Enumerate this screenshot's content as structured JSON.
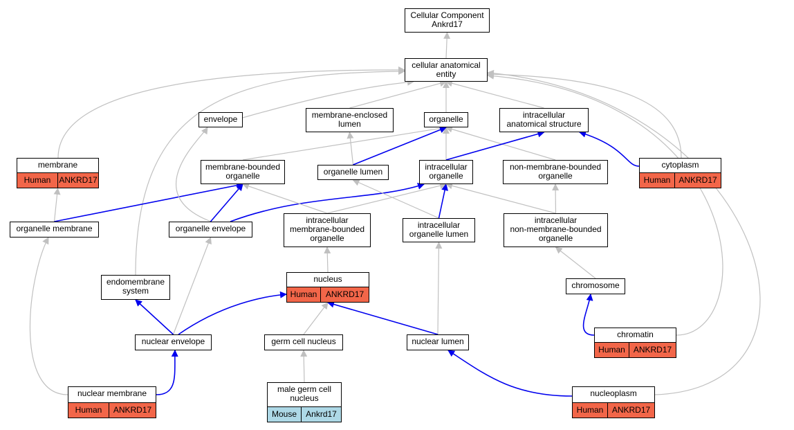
{
  "colors": {
    "is_a_edge": "#c0c0c0",
    "part_of_edge": "#0000ee",
    "human_annotation": "#f26649",
    "mouse_annotation": "#add8e6"
  },
  "nodes": [
    {
      "id": "root",
      "label": "Cellular Component\nAnkrd17"
    },
    {
      "id": "cae",
      "label": "cellular anatomical\nentity"
    },
    {
      "id": "envelope",
      "label": "envelope"
    },
    {
      "id": "mel",
      "label": "membrane-enclosed\nlumen"
    },
    {
      "id": "organelle",
      "label": "organelle"
    },
    {
      "id": "ias",
      "label": "intracellular\nanatomical structure"
    },
    {
      "id": "membrane",
      "label": "membrane",
      "annotation": {
        "species": "Human",
        "gene": "ANKRD17"
      }
    },
    {
      "id": "mbo",
      "label": "membrane-bounded\norganelle"
    },
    {
      "id": "orglumen",
      "label": "organelle lumen"
    },
    {
      "id": "io",
      "label": "intracellular\norganelle"
    },
    {
      "id": "nmbo",
      "label": "non-membrane-bounded\norganelle"
    },
    {
      "id": "cytoplasm",
      "label": "cytoplasm",
      "annotation": {
        "species": "Human",
        "gene": "ANKRD17"
      }
    },
    {
      "id": "orgmem",
      "label": "organelle membrane"
    },
    {
      "id": "orgenv",
      "label": "organelle envelope"
    },
    {
      "id": "imbo",
      "label": "intracellular\nmembrane-bounded\norganelle"
    },
    {
      "id": "iol",
      "label": "intracellular\norganelle lumen"
    },
    {
      "id": "inmbo",
      "label": "intracellular\nnon-membrane-bounded\norganelle"
    },
    {
      "id": "endo",
      "label": "endomembrane\nsystem"
    },
    {
      "id": "nucleus",
      "label": "nucleus",
      "annotation": {
        "species": "Human",
        "gene": "ANKRD17"
      }
    },
    {
      "id": "chromosome",
      "label": "chromosome"
    },
    {
      "id": "chromatin",
      "label": "chromatin",
      "annotation": {
        "species": "Human",
        "gene": "ANKRD17"
      }
    },
    {
      "id": "nucenv",
      "label": "nuclear envelope"
    },
    {
      "id": "gcn",
      "label": "germ cell nucleus"
    },
    {
      "id": "nuclumen",
      "label": "nuclear lumen"
    },
    {
      "id": "nucmem",
      "label": "nuclear membrane",
      "annotation": {
        "species": "Human",
        "gene": "ANKRD17"
      }
    },
    {
      "id": "mgcn",
      "label": "male germ cell\nnucleus",
      "annotation": {
        "species": "Mouse",
        "gene": "Ankrd17"
      }
    },
    {
      "id": "nucleoplasm",
      "label": "nucleoplasm",
      "annotation": {
        "species": "Human",
        "gene": "ANKRD17"
      }
    }
  ],
  "edges": [
    {
      "from": "cae",
      "to": "root",
      "type": "is_a"
    },
    {
      "from": "envelope",
      "to": "cae",
      "type": "is_a"
    },
    {
      "from": "mel",
      "to": "cae",
      "type": "is_a"
    },
    {
      "from": "organelle",
      "to": "cae",
      "type": "is_a"
    },
    {
      "from": "ias",
      "to": "cae",
      "type": "is_a"
    },
    {
      "from": "membrane",
      "to": "cae",
      "type": "is_a"
    },
    {
      "from": "endo",
      "to": "cae",
      "type": "is_a"
    },
    {
      "from": "cytoplasm",
      "to": "cae",
      "type": "is_a"
    },
    {
      "from": "nucleoplasm",
      "to": "cae",
      "type": "is_a"
    },
    {
      "from": "chromatin",
      "to": "cae",
      "type": "is_a"
    },
    {
      "from": "mbo",
      "to": "organelle",
      "type": "is_a"
    },
    {
      "from": "io",
      "to": "organelle",
      "type": "is_a"
    },
    {
      "from": "nmbo",
      "to": "organelle",
      "type": "is_a"
    },
    {
      "from": "orglumen",
      "to": "mel",
      "type": "is_a"
    },
    {
      "from": "orglumen",
      "to": "organelle",
      "type": "part_of"
    },
    {
      "from": "io",
      "to": "ias",
      "type": "part_of"
    },
    {
      "from": "cytoplasm",
      "to": "ias",
      "type": "part_of"
    },
    {
      "from": "orgmem",
      "to": "membrane",
      "type": "is_a"
    },
    {
      "from": "orgmem",
      "to": "mbo",
      "type": "part_of"
    },
    {
      "from": "orgenv",
      "to": "envelope",
      "type": "is_a"
    },
    {
      "from": "orgenv",
      "to": "mbo",
      "type": "part_of"
    },
    {
      "from": "orgenv",
      "to": "io",
      "type": "part_of"
    },
    {
      "from": "imbo",
      "to": "mbo",
      "type": "is_a"
    },
    {
      "from": "imbo",
      "to": "io",
      "type": "is_a"
    },
    {
      "from": "iol",
      "to": "orglumen",
      "type": "is_a"
    },
    {
      "from": "iol",
      "to": "io",
      "type": "part_of"
    },
    {
      "from": "inmbo",
      "to": "io",
      "type": "is_a"
    },
    {
      "from": "inmbo",
      "to": "nmbo",
      "type": "is_a"
    },
    {
      "from": "nucleus",
      "to": "imbo",
      "type": "is_a"
    },
    {
      "from": "chromosome",
      "to": "inmbo",
      "type": "is_a"
    },
    {
      "from": "chromatin",
      "to": "chromosome",
      "type": "part_of"
    },
    {
      "from": "nucenv",
      "to": "orgenv",
      "type": "is_a"
    },
    {
      "from": "nucenv",
      "to": "endo",
      "type": "part_of"
    },
    {
      "from": "nucenv",
      "to": "nucleus",
      "type": "part_of"
    },
    {
      "from": "gcn",
      "to": "nucleus",
      "type": "is_a"
    },
    {
      "from": "nuclumen",
      "to": "iol",
      "type": "is_a"
    },
    {
      "from": "nuclumen",
      "to": "nucleus",
      "type": "part_of"
    },
    {
      "from": "nucmem",
      "to": "orgmem",
      "type": "is_a"
    },
    {
      "from": "nucmem",
      "to": "nucenv",
      "type": "part_of"
    },
    {
      "from": "mgcn",
      "to": "gcn",
      "type": "is_a"
    },
    {
      "from": "nucleoplasm",
      "to": "nuclumen",
      "type": "part_of"
    }
  ]
}
